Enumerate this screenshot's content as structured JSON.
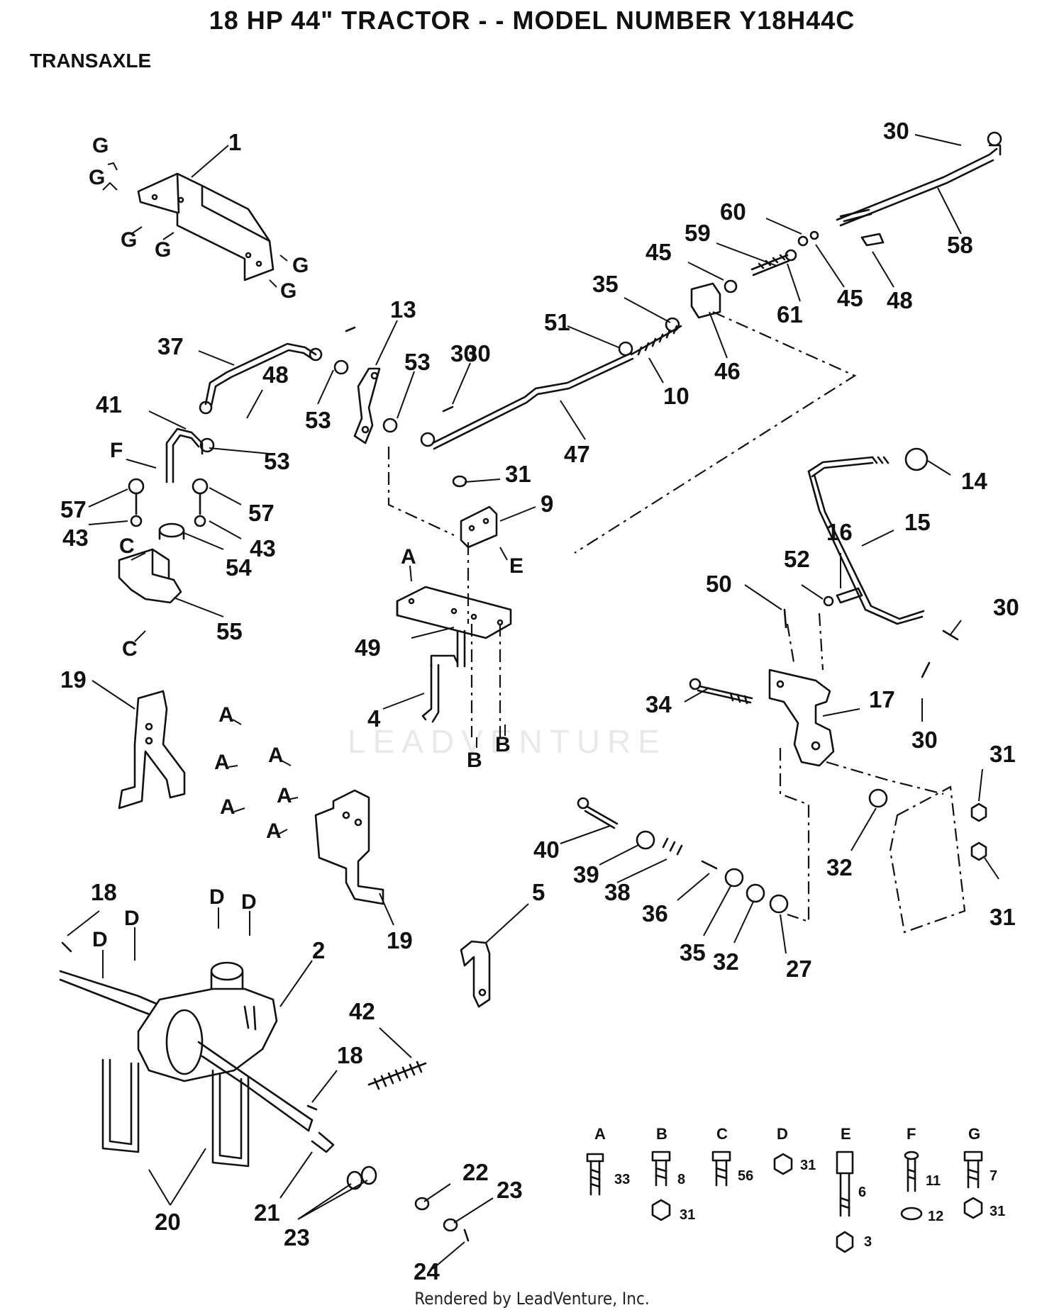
{
  "header": {
    "title": "18 HP 44\" TRACTOR - - MODEL NUMBER Y18H44C",
    "section": "TRANSAXLE"
  },
  "footer": {
    "text": "Rendered by LeadVenture, Inc."
  },
  "watermark": {
    "text": "LEADVENTURE"
  },
  "callouts": [
    {
      "id": "c1",
      "label": "1"
    },
    {
      "id": "c30a",
      "label": "30"
    },
    {
      "id": "c60",
      "label": "60"
    },
    {
      "id": "c59",
      "label": "59"
    },
    {
      "id": "c58",
      "label": "58"
    },
    {
      "id": "c45a",
      "label": "45"
    },
    {
      "id": "c45b",
      "label": "45"
    },
    {
      "id": "c61",
      "label": "61"
    },
    {
      "id": "c48a",
      "label": "48"
    },
    {
      "id": "c35a",
      "label": "35"
    },
    {
      "id": "c46",
      "label": "46"
    },
    {
      "id": "c51",
      "label": "51"
    },
    {
      "id": "c10",
      "label": "10"
    },
    {
      "id": "c30b",
      "label": "30"
    },
    {
      "id": "c13",
      "label": "13"
    },
    {
      "id": "c37",
      "label": "37"
    },
    {
      "id": "c53a",
      "label": "53"
    },
    {
      "id": "c30c",
      "label": "30"
    },
    {
      "id": "c53b",
      "label": "53"
    },
    {
      "id": "c48b",
      "label": "48"
    },
    {
      "id": "c47",
      "label": "47"
    },
    {
      "id": "c41",
      "label": "41"
    },
    {
      "id": "c53c",
      "label": "53"
    },
    {
      "id": "c31a",
      "label": "31"
    },
    {
      "id": "c9",
      "label": "9"
    },
    {
      "id": "c14",
      "label": "14"
    },
    {
      "id": "c57a",
      "label": "57"
    },
    {
      "id": "c57b",
      "label": "57"
    },
    {
      "id": "c43a",
      "label": "43"
    },
    {
      "id": "c43b",
      "label": "43"
    },
    {
      "id": "c54",
      "label": "54"
    },
    {
      "id": "c55",
      "label": "55"
    },
    {
      "id": "c15",
      "label": "15"
    },
    {
      "id": "c16",
      "label": "16"
    },
    {
      "id": "c52",
      "label": "52"
    },
    {
      "id": "c50",
      "label": "50"
    },
    {
      "id": "c30d",
      "label": "30"
    },
    {
      "id": "c49",
      "label": "49"
    },
    {
      "id": "c19a",
      "label": "19"
    },
    {
      "id": "c4",
      "label": "4"
    },
    {
      "id": "c34",
      "label": "34"
    },
    {
      "id": "c17",
      "label": "17"
    },
    {
      "id": "c30e",
      "label": "30"
    },
    {
      "id": "c31b",
      "label": "31"
    },
    {
      "id": "c40",
      "label": "40"
    },
    {
      "id": "c39",
      "label": "39"
    },
    {
      "id": "c38",
      "label": "38"
    },
    {
      "id": "c32a",
      "label": "32"
    },
    {
      "id": "c36",
      "label": "36"
    },
    {
      "id": "c31c",
      "label": "31"
    },
    {
      "id": "c5",
      "label": "5"
    },
    {
      "id": "c35b",
      "label": "35"
    },
    {
      "id": "c32b",
      "label": "32"
    },
    {
      "id": "c27",
      "label": "27"
    },
    {
      "id": "c19b",
      "label": "19"
    },
    {
      "id": "c18a",
      "label": "18"
    },
    {
      "id": "c2",
      "label": "2"
    },
    {
      "id": "c42",
      "label": "42"
    },
    {
      "id": "c18b",
      "label": "18"
    },
    {
      "id": "c20",
      "label": "20"
    },
    {
      "id": "c21",
      "label": "21"
    },
    {
      "id": "c23a",
      "label": "23"
    },
    {
      "id": "c22",
      "label": "22"
    },
    {
      "id": "c23b",
      "label": "23"
    },
    {
      "id": "c24",
      "label": "24"
    }
  ],
  "letters": {
    "g": "G",
    "a": "A",
    "b": "B",
    "c": "C",
    "d": "D",
    "e": "E",
    "f": "F"
  },
  "legend": [
    {
      "letter": "A",
      "parts": [
        "33"
      ]
    },
    {
      "letter": "B",
      "parts": [
        "8",
        "31"
      ]
    },
    {
      "letter": "C",
      "parts": [
        "56"
      ]
    },
    {
      "letter": "D",
      "parts": [
        "31"
      ]
    },
    {
      "letter": "E",
      "parts": [
        "6",
        "3"
      ]
    },
    {
      "letter": "F",
      "parts": [
        "11",
        "12"
      ]
    },
    {
      "letter": "G",
      "parts": [
        "7",
        "31"
      ]
    }
  ]
}
